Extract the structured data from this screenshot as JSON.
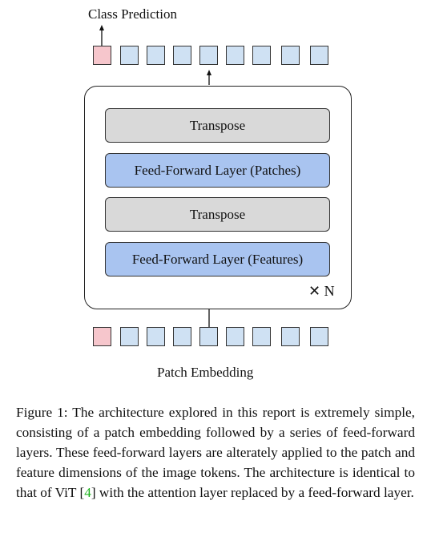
{
  "top_label": "Class Prediction",
  "bottom_label": "Patch Embedding",
  "layers": [
    {
      "label": "Transpose",
      "kind": "transpose"
    },
    {
      "label": "Feed-Forward Layer (Patches)",
      "kind": "feed-forward"
    },
    {
      "label": "Transpose",
      "kind": "transpose"
    },
    {
      "label": "Feed-Forward Layer (Features)",
      "kind": "feed-forward"
    }
  ],
  "repeat_label": "✕ N",
  "tokens": {
    "count": 9,
    "class_token_color": "#f6c6cc",
    "patch_token_color": "#cfe1f3"
  },
  "colors": {
    "transpose": "#d9d9d9",
    "feed_forward": "#a9c4f0"
  },
  "caption": {
    "prefix": "Figure 1:  The architecture explored in this report is extremely simple, consisting of a patch embedding followed by a series of feed-forward layers. These feed-forward layers are alterately applied to the patch and feature dimensions of the image tokens. The architecture is identical to that of ViT [",
    "ref": "4",
    "suffix": "] with the attention layer replaced by a feed-forward layer."
  }
}
